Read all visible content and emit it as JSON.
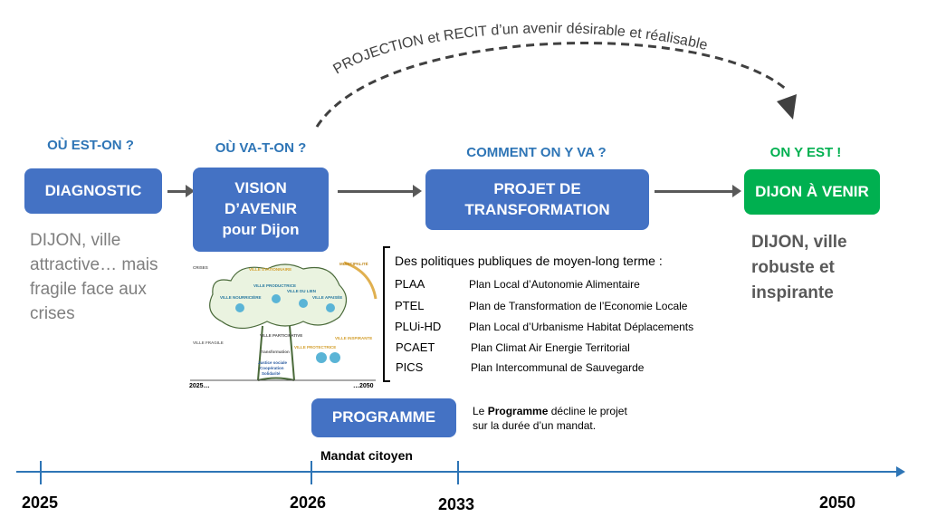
{
  "arc_label": "PROJECTION et RECIT d’un avenir désirable et réalisable",
  "stages": [
    {
      "question": "OÙ EST-ON ?",
      "box": "DIAGNOSTIC",
      "desc": "DIJON, ville attractive… mais fragile face aux crises"
    },
    {
      "question": "OÙ VA-T-ON ?",
      "box": "VISION D’AVENIR pour Dijon"
    },
    {
      "question": "COMMENT ON Y VA ?",
      "box": "PROJET DE TRANSFORMATION"
    },
    {
      "question": "ON Y EST !",
      "box": "DIJON À VENIR",
      "desc": "DIJON, ville robuste et inspirante"
    }
  ],
  "illustration": {
    "labels": [
      "CRISES",
      "VILLE STATIONNAIRE",
      "MUNICIPALITÉ",
      "VILLE NOURRICIÈRE",
      "VILLE PRODUCTRICE",
      "VILLE DU LIEN",
      "VILLE APAISÉE",
      "VILLE PARTICIPATIVE",
      "VILLE FRAGILE",
      "VILLE INSPIRANTE",
      "VILLE PROTECTRICE",
      "Transformation",
      "Justice sociale",
      "Coopération",
      "Solidarité",
      "2025…",
      "…2050"
    ]
  },
  "policies": {
    "title": "Des politiques publiques de moyen-long terme :",
    "items": [
      {
        "code": "PLAA",
        "name": "Plan Local d’Autonomie Alimentaire"
      },
      {
        "code": "PTEL",
        "name": "Plan de Transformation de l’Economie Locale"
      },
      {
        "code": "PLUi-HD",
        "name": "Plan Local d’Urbanisme Habitat Déplacements"
      },
      {
        "code": "PCAET",
        "name": "Plan Climat Air Energie Territorial"
      },
      {
        "code": "PICS",
        "name": "Plan Intercommunal de Sauvegarde"
      }
    ]
  },
  "programme": {
    "box": "PROGRAMME",
    "note_pre": "Le ",
    "note_bold": "Programme",
    "note_post": " décline le projet",
    "note_line2": "sur la durée d’un mandat.",
    "mandate": "Mandat citoyen"
  },
  "timeline": {
    "years": [
      "2025",
      "2026",
      "2033",
      "2050"
    ]
  },
  "colors": {
    "blue": "#4472c4",
    "green": "#00b050",
    "heading": "#2e75b6"
  }
}
